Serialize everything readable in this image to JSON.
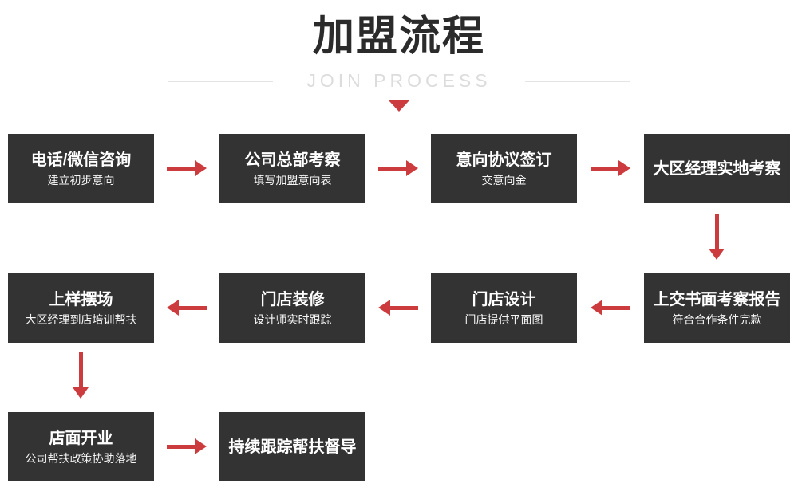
{
  "header": {
    "title": "加盟流程",
    "subtitle": "JOIN PROCESS"
  },
  "colors": {
    "accent_red": "#cc3b3d",
    "box_background": "#333333",
    "title_color": "#2b2b2b",
    "subtitle_color": "#dcdcdc"
  },
  "steps": [
    {
      "title": "电话/微信咨询",
      "subtitle": "建立初步意向"
    },
    {
      "title": "公司总部考察",
      "subtitle": "填写加盟意向表"
    },
    {
      "title": "意向协议签订",
      "subtitle": "交意向金"
    },
    {
      "title": "大区经理实地考察",
      "subtitle": ""
    },
    {
      "title": "上交书面考察报告",
      "subtitle": "符合合作条件完款"
    },
    {
      "title": "门店设计",
      "subtitle": "门店提供平面图"
    },
    {
      "title": "门店装修",
      "subtitle": "设计师实时跟踪"
    },
    {
      "title": "上样摆场",
      "subtitle": "大区经理到店培训帮扶"
    },
    {
      "title": "店面开业",
      "subtitle": "公司帮扶政策协助落地"
    },
    {
      "title": "持续跟踪帮扶督导",
      "subtitle": ""
    }
  ]
}
